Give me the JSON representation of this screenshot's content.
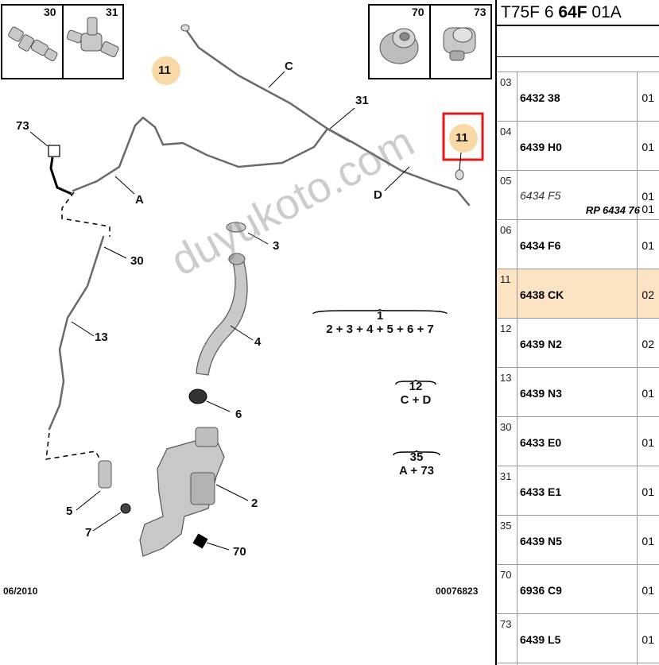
{
  "diagram": {
    "inset_left": [
      "30",
      "31"
    ],
    "inset_right": [
      "70",
      "73"
    ],
    "callouts": {
      "c11a": "11",
      "c11b": "11",
      "C": "C",
      "31": "31",
      "73": "73",
      "A": "A",
      "D": "D",
      "3": "3",
      "30": "30",
      "13": "13",
      "4": "4",
      "6": "6",
      "2": "2",
      "5": "5",
      "7": "7",
      "70": "70"
    },
    "formulas": [
      {
        "top": "1",
        "bottom": "2 + 3 + 4 + 5 + 6 + 7"
      },
      {
        "top": "12",
        "bottom": "C + D"
      },
      {
        "top": "35",
        "bottom": "A + 73"
      }
    ],
    "date": "06/2010",
    "doc_number": "00076823",
    "watermark": "duyukoto.com",
    "highlight_color": "#f8d9a6",
    "selected_box_color": "#e3191b"
  },
  "panel": {
    "header": {
      "part1": "T75F 6 ",
      "part2": "64F",
      "part3": " 01A"
    },
    "rows": [
      {
        "key": "03",
        "part": "6432 38",
        "qty": "01"
      },
      {
        "key": "04",
        "part": "6439 H0",
        "qty": "01"
      },
      {
        "key": "05",
        "part": "6434 F5",
        "qty": "01",
        "sub": "RP 6434 76",
        "sub_qty": "01",
        "italic": true
      },
      {
        "key": "06",
        "part": "6434 F6",
        "qty": "01"
      },
      {
        "key": "11",
        "part": "6438 CK",
        "qty": "02",
        "highlight": true
      },
      {
        "key": "12",
        "part": "6439 N2",
        "qty": "02"
      },
      {
        "key": "13",
        "part": "6439 N3",
        "qty": "01"
      },
      {
        "key": "30",
        "part": "6433 E0",
        "qty": "01"
      },
      {
        "key": "31",
        "part": "6433 E1",
        "qty": "01"
      },
      {
        "key": "35",
        "part": "6439 N5",
        "qty": "01"
      },
      {
        "key": "70",
        "part": "6936 C9",
        "qty": "01"
      },
      {
        "key": "73",
        "part": "6439 L5",
        "qty": "01"
      }
    ]
  }
}
